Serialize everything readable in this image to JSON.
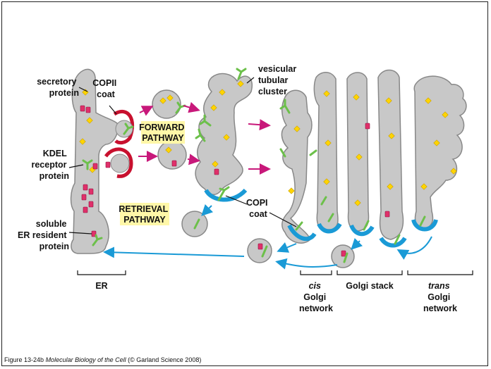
{
  "labels": {
    "secretory_protein": [
      "secretory",
      "protein"
    ],
    "copii_coat": [
      "COPII",
      "coat"
    ],
    "vesicular_tubular_cluster": [
      "vesicular",
      "tubular",
      "cluster"
    ],
    "forward_pathway": [
      "FORWARD",
      "PATHWAY"
    ],
    "kdel_receptor": [
      "KDEL",
      "receptor",
      "protein"
    ],
    "retrieval_pathway": [
      "RETRIEVAL",
      "PATHWAY"
    ],
    "copi_coat": [
      "COPI",
      "coat"
    ],
    "soluble_er_resident": [
      "soluble",
      "ER resident",
      "protein"
    ]
  },
  "bottom_labels": {
    "er": "ER",
    "cis": [
      "cis",
      "Golgi",
      "network"
    ],
    "golgi_stack": "Golgi stack",
    "trans": [
      "trans",
      "Golgi",
      "network"
    ]
  },
  "caption": {
    "figure": "Figure 13-24b",
    "book": "Molecular Biology of the Cell",
    "credit": "(© Garland Science 2008)"
  },
  "colors": {
    "membrane": "#c8c8c8",
    "membrane_stroke": "#888888",
    "copii": "#c8102e",
    "copi": "#1a9ad6",
    "receptor": "#6cc04a",
    "cargo": "#ffd400",
    "resident": "#e0306a",
    "arrow_forward": "#c8187a",
    "arrow_retrieval": "#1a9ad6",
    "highlight": "#fff7a8"
  }
}
